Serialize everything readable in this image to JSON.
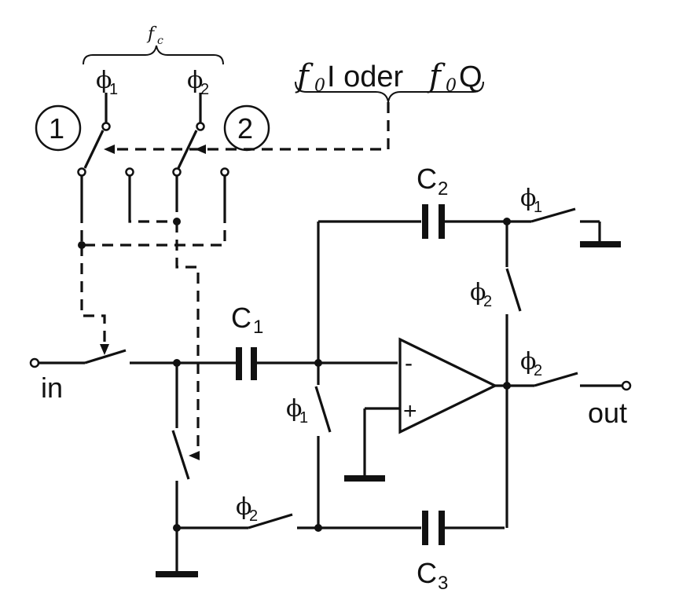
{
  "labels": {
    "fc_f": "f",
    "fc_sub": "c",
    "control_f0_a": "f",
    "control_sub_a": "0",
    "control_mid": "I oder ",
    "control_f0_b": "f",
    "control_sub_b": "0",
    "control_end": "Q",
    "switch_1": "1",
    "switch_2": "2",
    "in": "in",
    "out": "out",
    "C1_letter": "C",
    "C1_sub": "1",
    "C2_letter": "C",
    "C2_sub": "2",
    "C3_letter": "C",
    "C3_sub": "3",
    "opamp_minus": "-",
    "opamp_plus": "+",
    "phi": "ϕ",
    "phi1_sub": "1",
    "phi2_sub": "2"
  }
}
